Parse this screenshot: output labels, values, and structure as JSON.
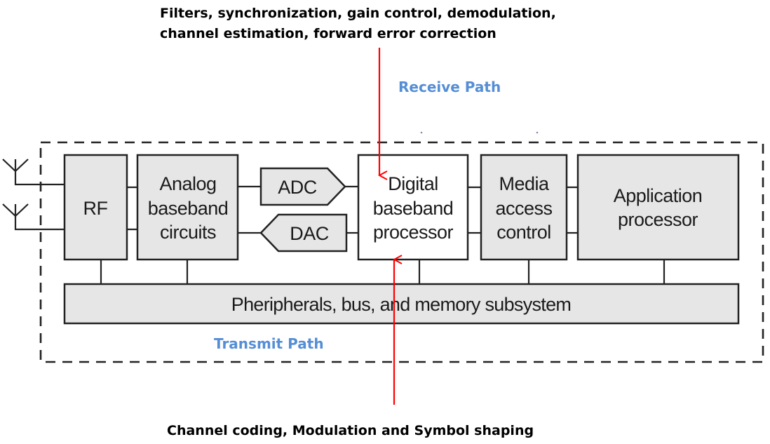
{
  "annotations": {
    "receive_functions_line1": "Filters, synchronization, gain control, demodulation,",
    "receive_functions_line2": "channel estimation, forward error correction",
    "receive_path_label": "Receive Path",
    "transmit_path_label": "Transmit Path",
    "transmit_functions": "Channel coding, Modulation and Symbol shaping"
  },
  "blocks": {
    "rf": {
      "lines": [
        "RF"
      ]
    },
    "analog_baseband": {
      "lines": [
        "Analog",
        "baseband",
        "circuits"
      ]
    },
    "adc": {
      "lines": [
        "ADC"
      ]
    },
    "dac": {
      "lines": [
        "DAC"
      ]
    },
    "digital_baseband": {
      "lines": [
        "Digital",
        "baseband",
        "processor"
      ]
    },
    "mac": {
      "lines": [
        "Media",
        "access",
        "control"
      ]
    },
    "application_processor": {
      "lines": [
        "Application",
        "processor"
      ]
    },
    "bus": {
      "lines": [
        "Pheripherals, bus, and memory subsystem"
      ]
    }
  },
  "colors": {
    "arrow": "#ff0000",
    "path_label": "#558ed5",
    "block_fill": "#e6e6e6",
    "highlight_block_fill": "#ffffff"
  }
}
